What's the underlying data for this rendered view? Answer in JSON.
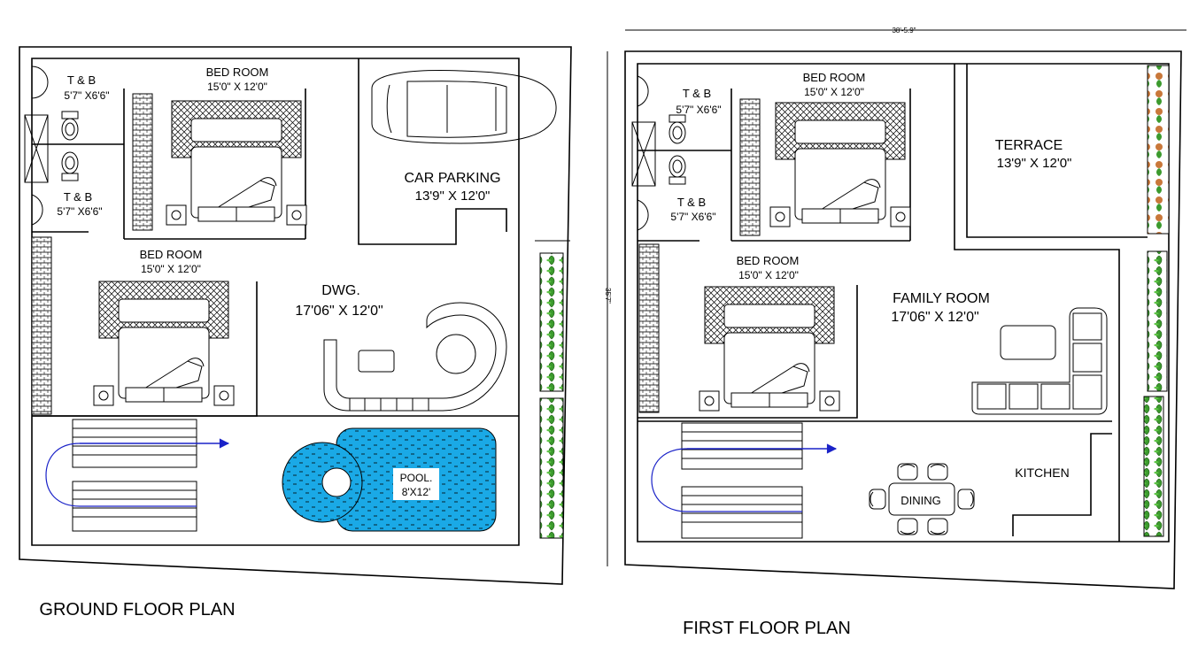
{
  "ground_floor": {
    "title": "GROUND FLOOR PLAN",
    "bath_top": {
      "name": "T & B",
      "size": "5'7\" X6'6\""
    },
    "bath_bottom": {
      "name": "T & B",
      "size": "5'7\" X6'6\""
    },
    "bedroom_top": {
      "name": "BED ROOM",
      "size": "15'0\" X 12'0\""
    },
    "bedroom_bottom": {
      "name": "BED ROOM",
      "size": "15'0\" X 12'0\""
    },
    "car_parking": {
      "name": "CAR PARKING",
      "size": "13'9\" X 12'0\""
    },
    "drawing": {
      "name": "DWG.",
      "size": "17'06\" X 12'0\""
    },
    "pool": {
      "name": "POOL.",
      "size": "8'X12'"
    }
  },
  "first_floor": {
    "title": "FIRST FLOOR PLAN",
    "width_dim": "38'-5.9\"",
    "height_dim": "35'7\"",
    "bath_top": {
      "name": "T & B",
      "size": "5'7\" X6'6\""
    },
    "bath_bottom": {
      "name": "T & B",
      "size": "5'7\" X6'6\""
    },
    "bedroom_top": {
      "name": "BED ROOM",
      "size": "15'0\" X 12'0\""
    },
    "bedroom_bottom": {
      "name": "BED ROOM",
      "size": "15'0\" X 12'0\""
    },
    "terrace": {
      "name": "TERRACE",
      "size": "13'9\" X 12'0\""
    },
    "family_room": {
      "name": "FAMILY ROOM",
      "size": "17'06\" X 12'0\""
    },
    "kitchen": {
      "name": "KITCHEN"
    },
    "dining": {
      "name": "DINING"
    }
  },
  "colors": {
    "pool": "#1aa9e6",
    "arrow": "#1a22c8",
    "lines": "#000000"
  }
}
